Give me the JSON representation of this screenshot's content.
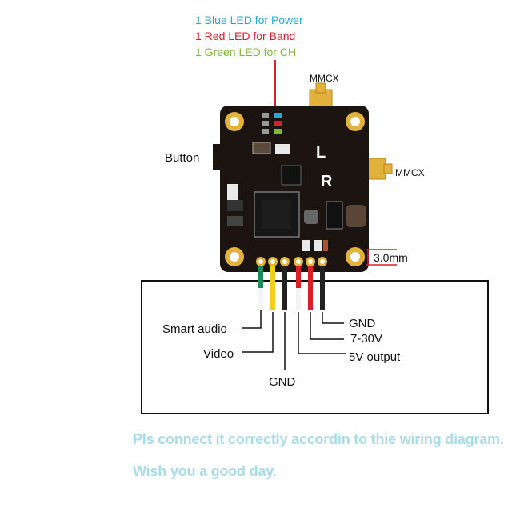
{
  "led_notes": [
    {
      "text": "1 Blue LED for Power",
      "color": "#2aa7d6"
    },
    {
      "text": "1 Red LED for Band",
      "color": "#d8202a"
    },
    {
      "text": "1 Green LED for CH",
      "color": "#7cbb36"
    }
  ],
  "labels": {
    "mmcx_top": "MMCX",
    "mmcx_right": "MMCX",
    "button": "Button",
    "left_letter": "L",
    "right_letter": "R",
    "hole_size": "3.0mm",
    "smart_audio": "Smart audio",
    "video": "Video",
    "gnd_bottom": "GND",
    "gnd_right": "GND",
    "voltage": "7-30V",
    "five_v": "5V output"
  },
  "footer": {
    "line1": "Pls connect it correctly accordin to thie wiring diagram.",
    "line2": "Wish you a good day.",
    "color": "#a8dcea"
  },
  "colors": {
    "board": "#1b1410",
    "pad_gold": "#e3b23c",
    "wire_green": "#1a8c5a",
    "wire_yellow": "#f3cf1a",
    "wire_red": "#d8202a",
    "wire_black": "#222222",
    "callout_red": "#d8202a"
  }
}
